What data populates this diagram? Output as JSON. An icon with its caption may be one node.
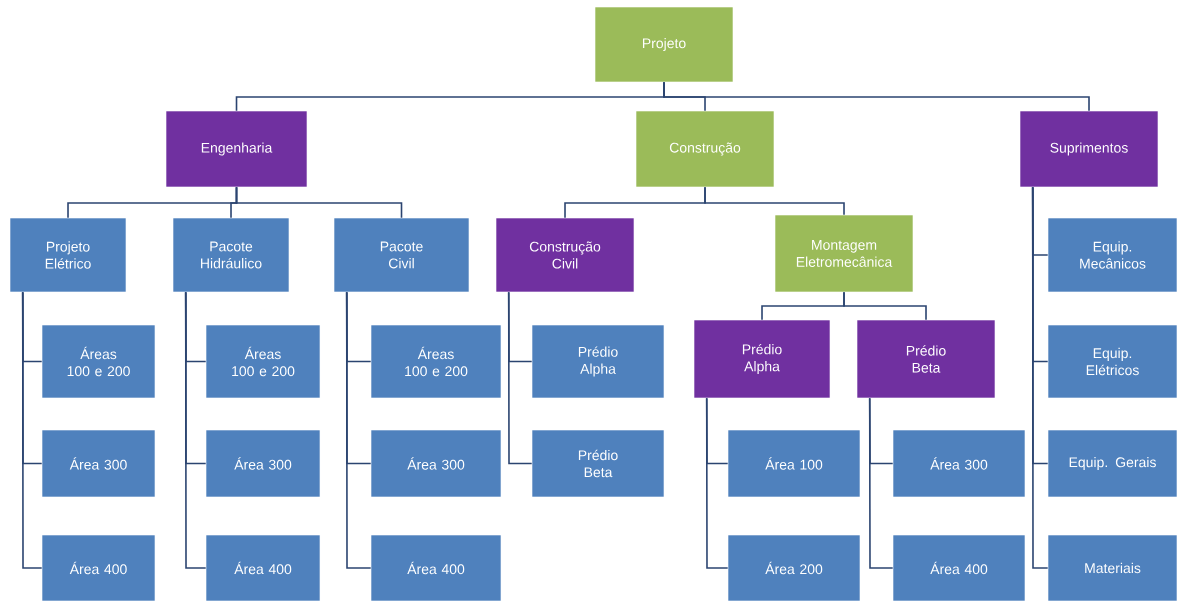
{
  "diagram": {
    "nodes": [
      {
        "text": [
          "Projeto"
        ]
      },
      {
        "text": [
          "Engenharia"
        ]
      },
      {
        "text": [
          "Construção"
        ]
      },
      {
        "text": [
          "Suprimentos"
        ]
      },
      {
        "text": [
          "Projeto Elétrico"
        ]
      },
      {
        "text": [
          "Pacote Hidráulico"
        ]
      },
      {
        "text": [
          "Pacote Civil"
        ]
      },
      {
        "text": [
          "Construção Civil"
        ]
      },
      {
        "text": [
          "Montagem Eletromecânica"
        ]
      },
      {
        "text": [
          "Equip. Mecânicos"
        ]
      },
      {
        "text": [
          "Áreas 100 e 200"
        ]
      },
      {
        "text": [
          "Áreas 100 e 200"
        ]
      },
      {
        "text": [
          "Áreas 100 e 200"
        ]
      },
      {
        "text": [
          "Prédio Alpha"
        ]
      },
      {
        "text": [
          "Prédio Alpha"
        ]
      },
      {
        "text": [
          "Prédio Beta"
        ]
      },
      {
        "text": [
          "Equip. Elétricos"
        ]
      },
      {
        "text": [
          "Área 300"
        ]
      },
      {
        "text": [
          "Área 300"
        ]
      },
      {
        "text": [
          "Área 300"
        ]
      },
      {
        "text": [
          "Prédio Beta"
        ]
      },
      {
        "text": [
          "Área 100"
        ]
      },
      {
        "text": [
          "Área 300"
        ]
      },
      {
        "text": [
          "Equip. Gerais"
        ]
      },
      {
        "text": [
          "Área 400"
        ]
      },
      {
        "text": [
          "Área 400"
        ]
      },
      {
        "text": [
          "Área 400"
        ]
      },
      {
        "text": [
          "Área 200"
        ]
      },
      {
        "text": [
          "Área 400"
        ]
      },
      {
        "text": [
          "Materiais"
        ]
      }
    ],
    "edges": [
      {
        "from": 0,
        "to": 1,
        "arrow": "none"
      },
      {
        "from": 0,
        "to": 2,
        "arrow": "none"
      },
      {
        "from": 0,
        "to": 3,
        "arrow": "none"
      },
      {
        "from": 1,
        "to": 4,
        "arrow": "none"
      },
      {
        "from": 1,
        "to": 5,
        "arrow": "none"
      },
      {
        "from": 1,
        "to": 6,
        "arrow": "none"
      },
      {
        "from": 2,
        "to": 7,
        "arrow": "none"
      },
      {
        "from": 2,
        "to": 8,
        "arrow": "none"
      },
      {
        "from": 3,
        "to": 9,
        "arrow": "none"
      },
      {
        "from": 3,
        "to": 16,
        "arrow": "none"
      },
      {
        "from": 3,
        "to": 23,
        "arrow": "none"
      },
      {
        "from": 3,
        "to": 29,
        "arrow": "none"
      },
      {
        "from": 4,
        "to": 10,
        "arrow": "none"
      },
      {
        "from": 4,
        "to": 17,
        "arrow": "none"
      },
      {
        "from": 4,
        "to": 24,
        "arrow": "none"
      },
      {
        "from": 5,
        "to": 11,
        "arrow": "none"
      },
      {
        "from": 5,
        "to": 18,
        "arrow": "none"
      },
      {
        "from": 5,
        "to": 25,
        "arrow": "none"
      },
      {
        "from": 6,
        "to": 12,
        "arrow": "none"
      },
      {
        "from": 6,
        "to": 19,
        "arrow": "none"
      },
      {
        "from": 6,
        "to": 26,
        "arrow": "none"
      },
      {
        "from": 7,
        "to": 13,
        "arrow": "none"
      },
      {
        "from": 7,
        "to": 20,
        "arrow": "none"
      },
      {
        "from": 8,
        "to": 14,
        "arrow": "none"
      },
      {
        "from": 8,
        "to": 15,
        "arrow": "none"
      },
      {
        "from": 14,
        "to": 21,
        "arrow": "none"
      },
      {
        "from": 14,
        "to": 27,
        "arrow": "none"
      },
      {
        "from": 15,
        "to": 22,
        "arrow": "none"
      },
      {
        "from": 15,
        "to": 28,
        "arrow": "none"
      }
    ]
  }
}
